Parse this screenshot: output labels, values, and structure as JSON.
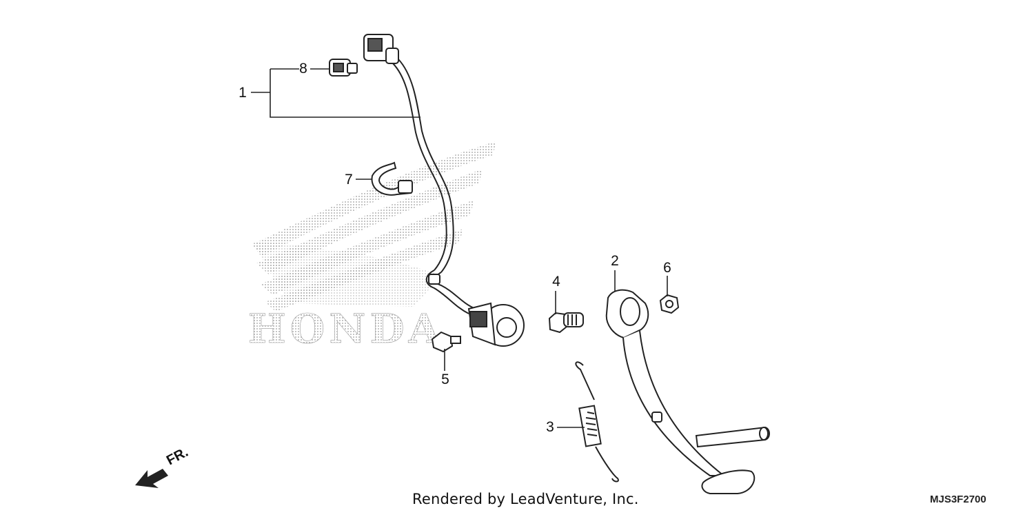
{
  "watermark": {
    "text": "HONDA"
  },
  "callouts": [
    {
      "id": "1",
      "label": "1"
    },
    {
      "id": "2",
      "label": "2"
    },
    {
      "id": "3",
      "label": "3"
    },
    {
      "id": "4",
      "label": "4"
    },
    {
      "id": "5",
      "label": "5"
    },
    {
      "id": "6",
      "label": "6"
    },
    {
      "id": "7",
      "label": "7"
    },
    {
      "id": "8",
      "label": "8"
    }
  ],
  "direction": {
    "label": "FR."
  },
  "footer": {
    "credit": "Rendered by LeadVenture, Inc.",
    "diagram_code": "MJS3F2700"
  },
  "colors": {
    "line": "#222222",
    "watermark": "#9a9a9a",
    "background": "#ffffff"
  }
}
